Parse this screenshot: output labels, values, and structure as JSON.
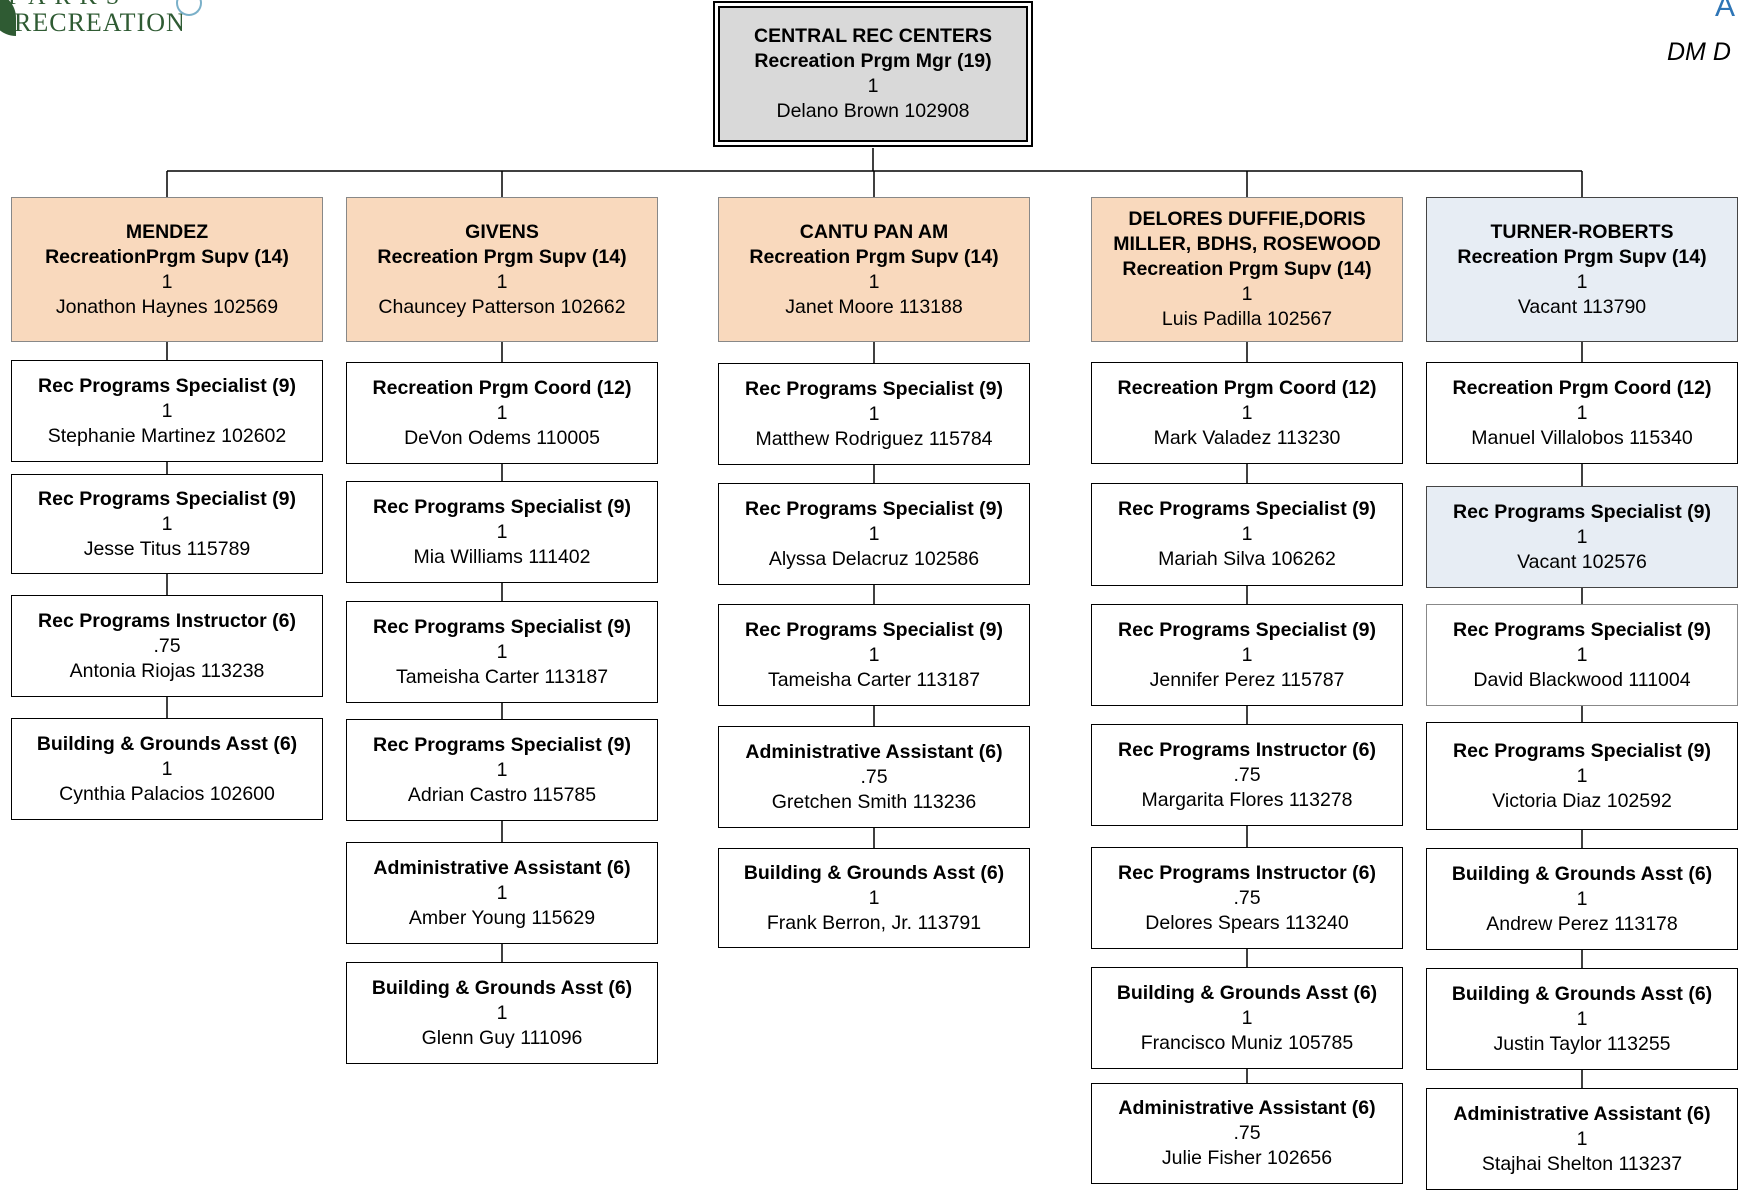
{
  "logo": {
    "line1": "PARKS",
    "line2": "RECREATION"
  },
  "corner": {
    "letter": "A",
    "note": "DM D"
  },
  "top": {
    "title": "CENTRAL REC CENTERS",
    "role": "Recreation Prgm Mgr (19)",
    "fte": "1",
    "person": "Delano Brown 102908"
  },
  "columns": [
    {
      "supervisor": {
        "title": "MENDEZ",
        "role": "RecreationPrgm Supv (14)",
        "fte": "1",
        "person": "Jonathon Haynes 102569"
      },
      "staff": [
        {
          "role": "Rec Programs Specialist (9)",
          "fte": "1",
          "person": "Stephanie Martinez 102602"
        },
        {
          "role": "Rec Programs Specialist (9)",
          "fte": "1",
          "person": "Jesse Titus  115789"
        },
        {
          "role": "Rec Programs Instructor (6)",
          "fte": ".75",
          "person": "Antonia Riojas 113238"
        },
        {
          "role": "Building & Grounds Asst (6)",
          "fte": "1",
          "person": "Cynthia Palacios 102600"
        }
      ]
    },
    {
      "supervisor": {
        "title": "GIVENS",
        "role": "Recreation Prgm Supv (14)",
        "fte": "1",
        "person": "Chauncey Patterson 102662"
      },
      "staff": [
        {
          "role": "Recreation Prgm Coord (12)",
          "fte": "1",
          "person": "DeVon Odems  110005"
        },
        {
          "role": "Rec Programs Specialist (9)",
          "fte": "1",
          "person": "Mia Williams 111402"
        },
        {
          "role": "Rec Programs Specialist (9)",
          "fte": "1",
          "person": "Tameisha Carter 113187"
        },
        {
          "role": "Rec Programs Specialist (9)",
          "fte": "1",
          "person": "Adrian Castro 115785"
        },
        {
          "role": "Administrative Assistant (6)",
          "fte": "1",
          "person": "Amber Young 115629"
        },
        {
          "role": "Building & Grounds Asst (6)",
          "fte": "1",
          "person": "Glenn Guy 111096"
        }
      ]
    },
    {
      "supervisor": {
        "title": "CANTU PAN AM",
        "role": "Recreation Prgm Supv (14)",
        "fte": "1",
        "person": "Janet Moore 113188"
      },
      "staff": [
        {
          "role": "Rec Programs Specialist (9)",
          "fte": "1",
          "person": "Matthew Rodriguez 115784"
        },
        {
          "role": "Rec Programs Specialist (9)",
          "fte": "1",
          "person": "Alyssa Delacruz 102586"
        },
        {
          "role": "Rec Programs Specialist (9)",
          "fte": "1",
          "person": "Tameisha Carter 113187"
        },
        {
          "role": "Administrative Assistant (6)",
          "fte": ".75",
          "person": "Gretchen Smith 113236"
        },
        {
          "role": "Building & Grounds Asst (6)",
          "fte": "1",
          "person": "Frank Berron, Jr. 113791"
        }
      ]
    },
    {
      "supervisor": {
        "title": "DELORES DUFFIE,DORIS MILLER, BDHS, ROSEWOOD",
        "role": "Recreation Prgm Supv (14)",
        "fte": "1",
        "person": "Luis Padilla 102567"
      },
      "staff": [
        {
          "role": "Recreation Prgm Coord (12)",
          "fte": "1",
          "person": "Mark Valadez 113230"
        },
        {
          "role": "Rec Programs Specialist (9)",
          "fte": "1",
          "person": "Mariah Silva 106262"
        },
        {
          "role": "Rec Programs Specialist (9)",
          "fte": "1",
          "person": "Jennifer Perez 115787"
        },
        {
          "role": "Rec Programs Instructor (6)",
          "fte": ".75",
          "person": "Margarita Flores 113278"
        },
        {
          "role": "Rec Programs Instructor (6)",
          "fte": ".75",
          "person": "Delores Spears 113240"
        },
        {
          "role": "Building & Grounds Asst (6)",
          "fte": "1",
          "person": "Francisco Muniz 105785"
        },
        {
          "role": "Administrative Assistant (6)",
          "fte": ".75",
          "person": "Julie Fisher 102656"
        }
      ]
    },
    {
      "supervisor": {
        "title": "TURNER-ROBERTS",
        "role": "Recreation Prgm Supv (14)",
        "fte": "1",
        "person": "Vacant 113790"
      },
      "staff": [
        {
          "role": "Recreation Prgm Coord (12)",
          "fte": "1",
          "person": "Manuel Villalobos 115340"
        },
        {
          "role": "Rec Programs Specialist (9)",
          "fte": "1",
          "person": "Vacant 102576"
        },
        {
          "role": "Rec Programs Specialist (9)",
          "fte": "1",
          "person": "David Blackwood 111004"
        },
        {
          "role": "Rec Programs Specialist (9)",
          "fte": "1",
          "person": "Victoria Diaz 102592"
        },
        {
          "role": "Building & Grounds Asst  (6)",
          "fte": "1",
          "person": "Andrew Perez 113178"
        },
        {
          "role": "Building & Grounds Asst (6)",
          "fte": "1",
          "person": "Justin Taylor 113255"
        },
        {
          "role": "Administrative Assistant (6)",
          "fte": "1",
          "person": "Stajhai Shelton 113237"
        }
      ]
    }
  ],
  "colors": {
    "supervisor_fill": "#f9d9bd",
    "vacant_fill": "#e7edf4",
    "manager_fill": "#d9d9d9",
    "logo_green": "#2f5b33",
    "accent_blue": "#2e75b6"
  }
}
